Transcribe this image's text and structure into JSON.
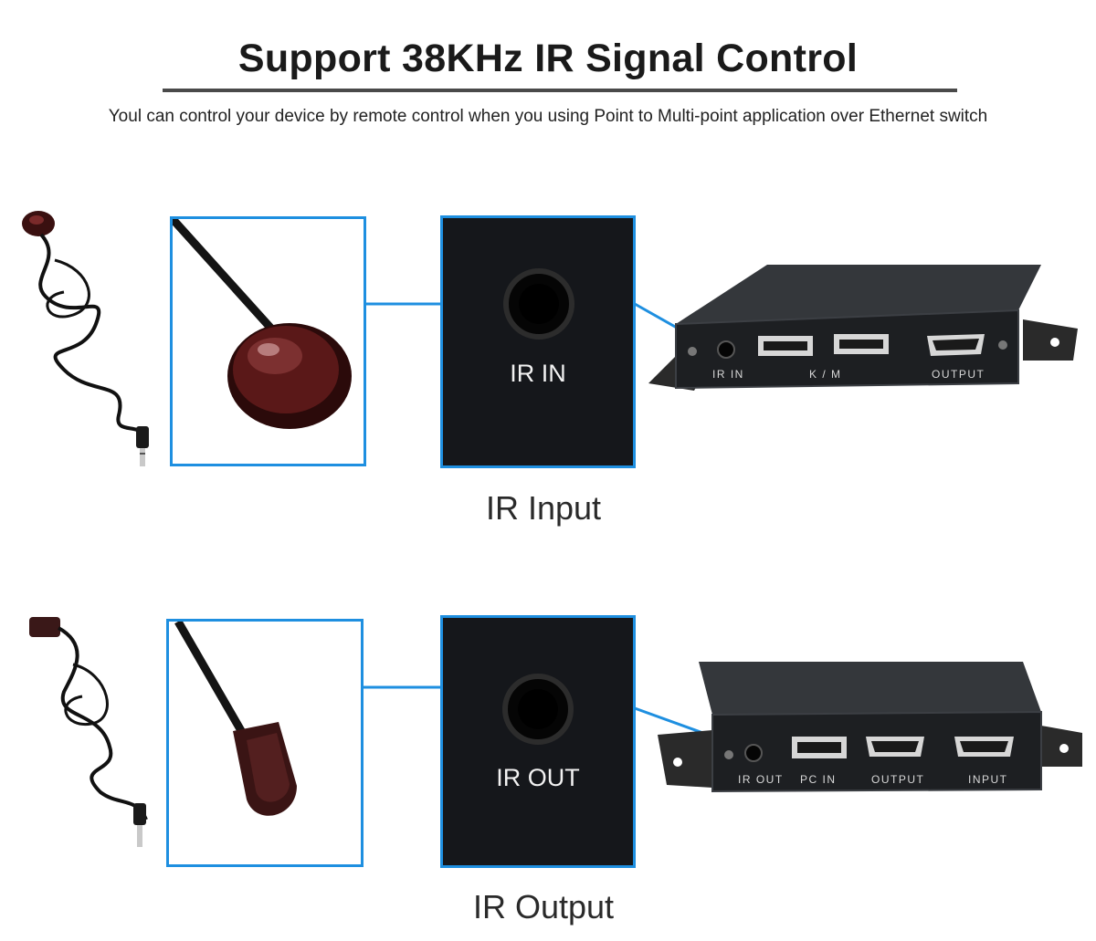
{
  "header": {
    "title": "Support  38KHz IR Signal Control",
    "subtitle": "Youl can control your device by remote control when you using Point to Multi-point application over Ethernet switch"
  },
  "sections": [
    {
      "caption": "IR Input",
      "port_label": "IR IN",
      "device_labels": {
        "ir": "IR IN",
        "usb": "K / M",
        "output": "OUTPUT"
      }
    },
    {
      "caption": "IR Output",
      "port_label": "IR OUT",
      "device_labels": {
        "ir": "IR OUT",
        "pc": "PC IN",
        "output": "OUTPUT",
        "input": "INPUT"
      }
    }
  ],
  "colors": {
    "frame_accent": "#1e8fe0",
    "title_rule": "#4a4a4a"
  },
  "icons": [
    "ir-receiver-cable-icon",
    "ir-emitter-cable-icon",
    "audio-jack-icon",
    "extender-device-icon"
  ]
}
